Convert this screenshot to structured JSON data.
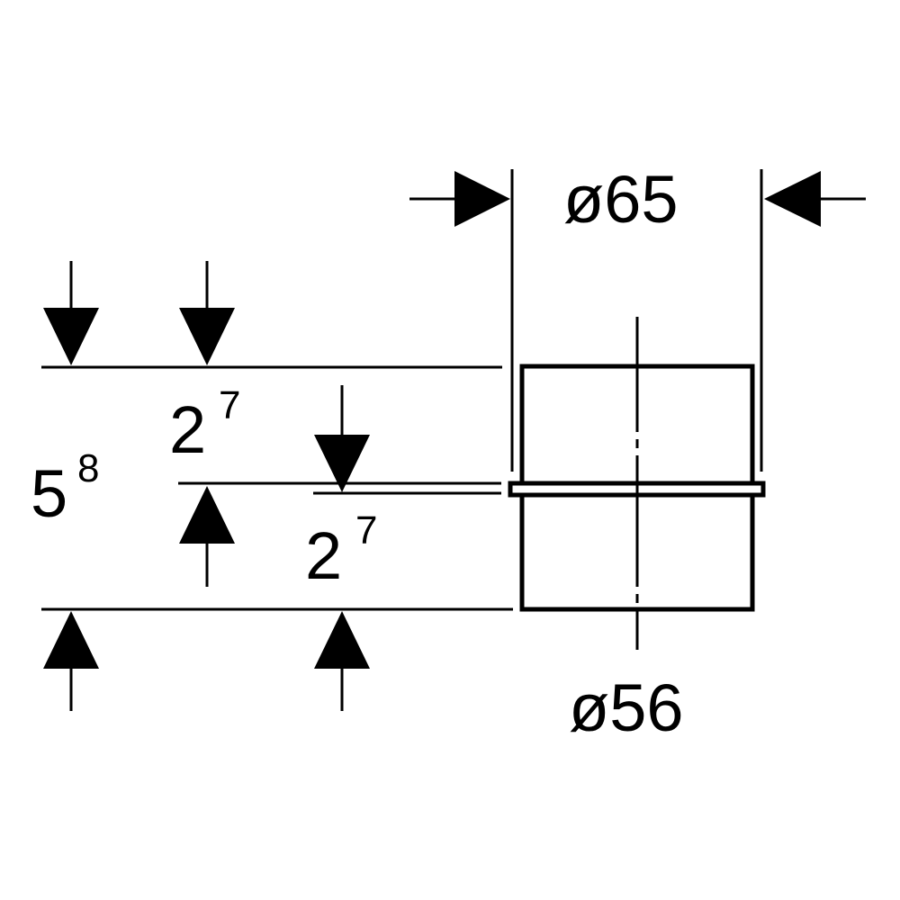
{
  "dimensions": {
    "outer_diameter": "ø65",
    "inner_diameter": "ø56",
    "total_height": {
      "base": "5",
      "sup": "8"
    },
    "upper_height": {
      "base": "2",
      "sup": "7"
    },
    "lower_height": {
      "base": "2",
      "sup": "7"
    }
  },
  "colors": {
    "line": "#000000",
    "background": "#ffffff"
  }
}
